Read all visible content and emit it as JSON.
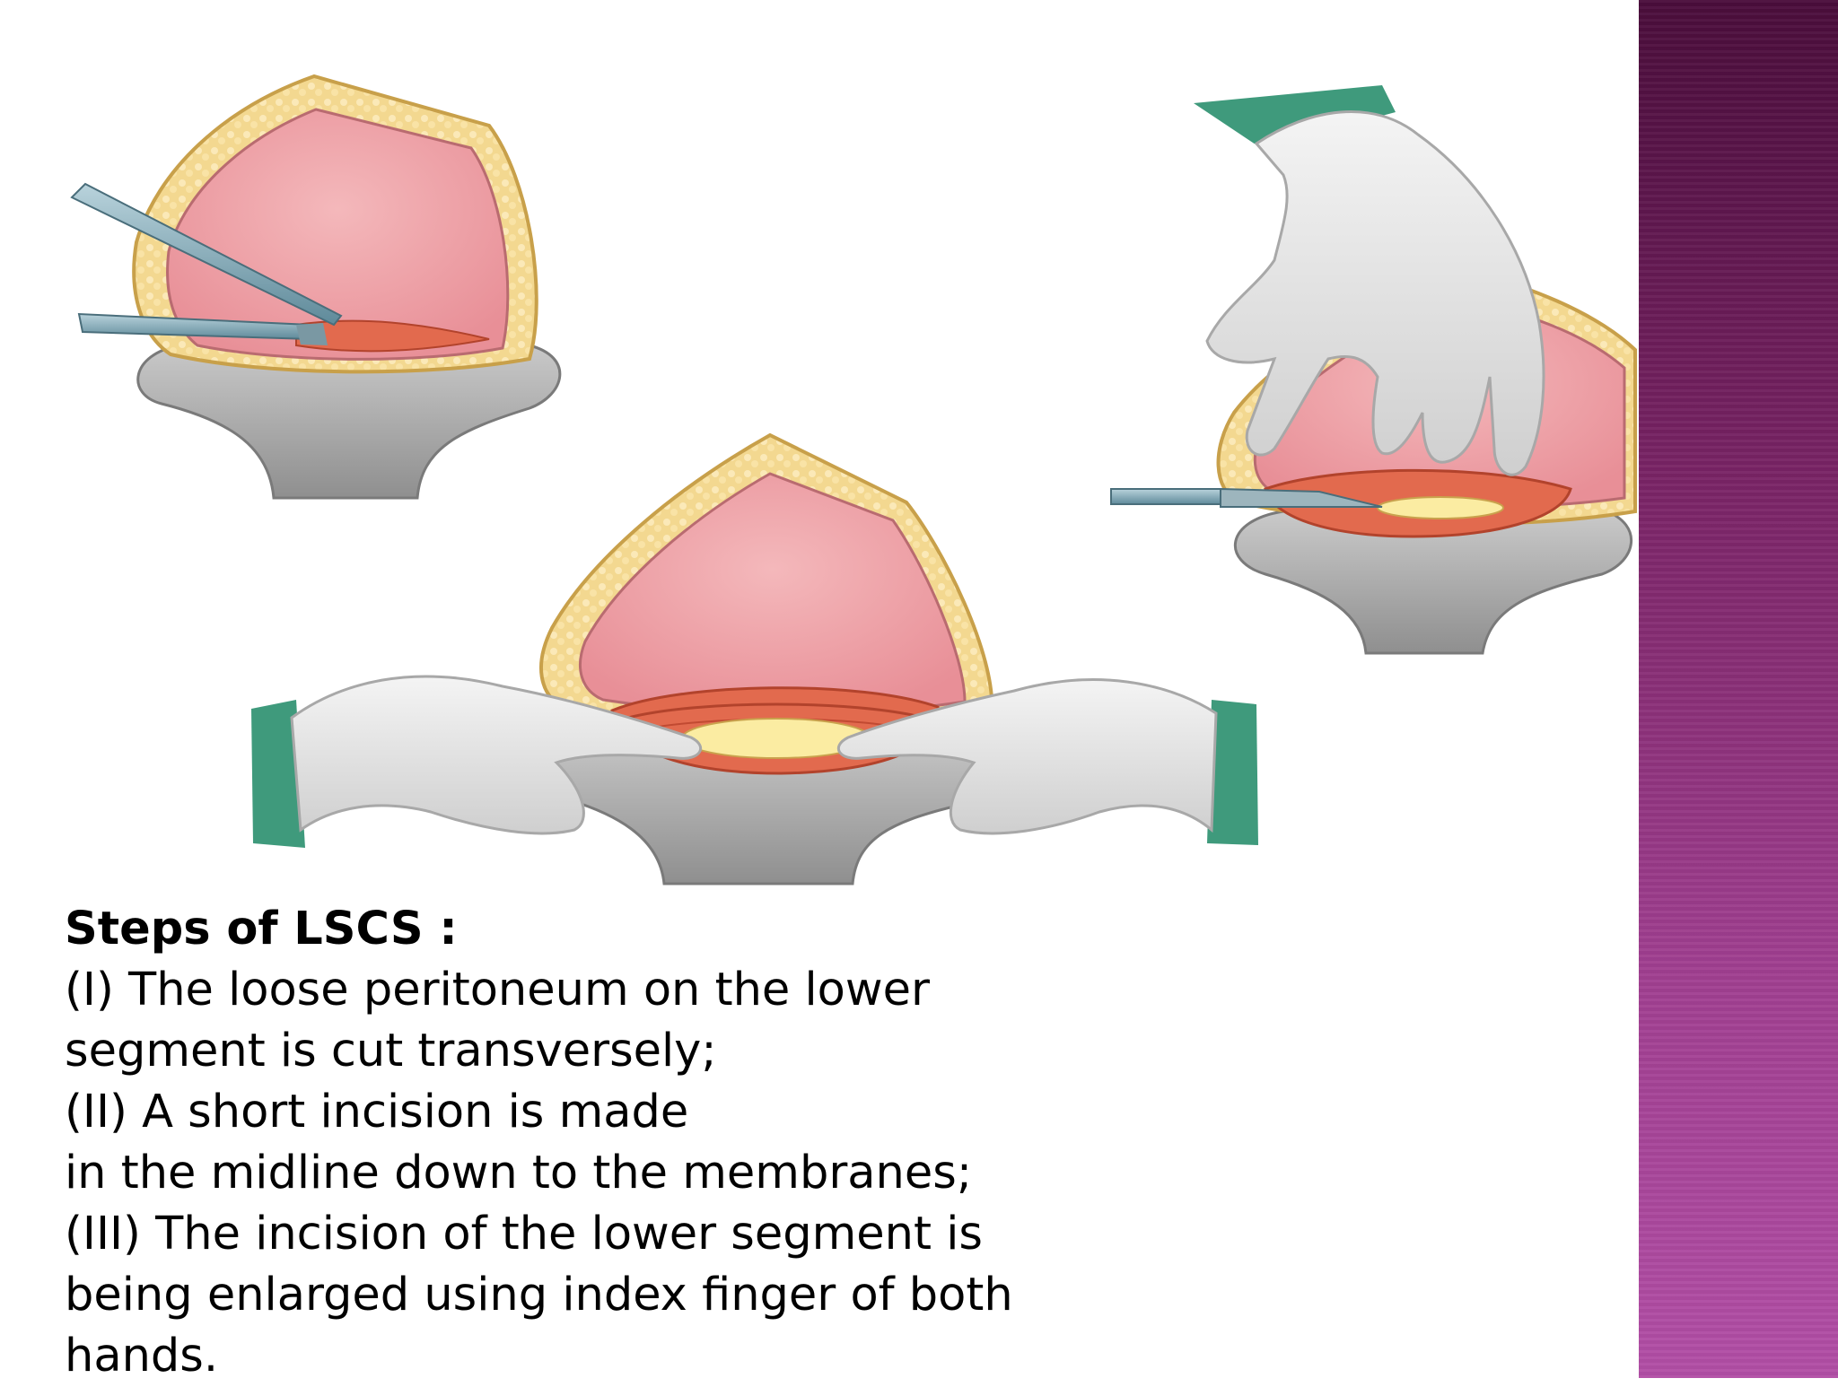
{
  "slide": {
    "heading": "Steps of LSCS :",
    "lines": [
      "(I) The loose peritoneum on the lower",
      "segment is cut transversely;",
      "(II) A short incision is made",
      "in the midline down to the membranes;",
      "(III) The incision of the lower segment is",
      "being enlarged using index finger of both",
      "hands."
    ]
  },
  "colors": {
    "accent_band_top": "#4a0d3b",
    "accent_band_bottom": "#b24ea6",
    "uterus_pink": "#f0a3a8",
    "fat_yellow": "#f3d890",
    "incision_red": "#d9553b",
    "glove_white": "#e9e9e9",
    "sleeve_green": "#3f9a7c",
    "retractor_grey": "#a9a9a9"
  }
}
